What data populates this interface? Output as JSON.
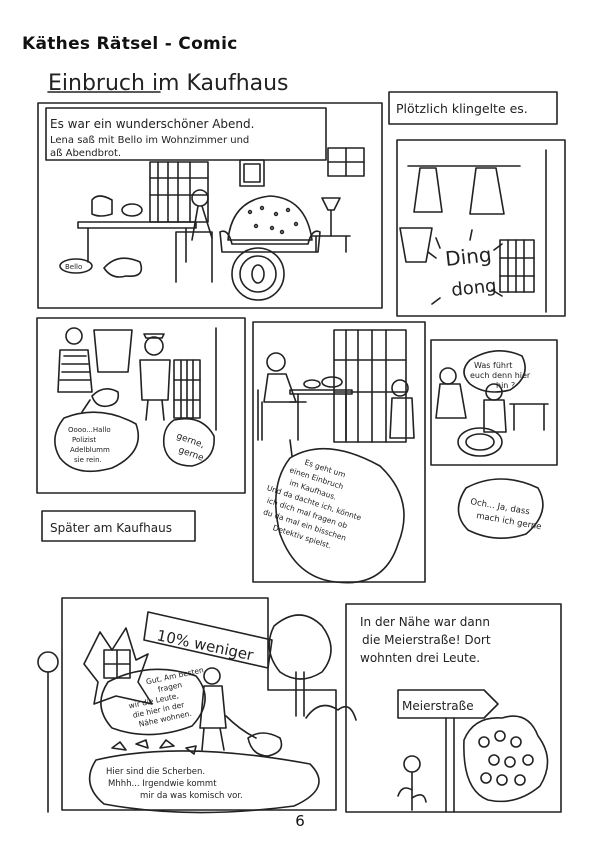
{
  "header": {
    "title": "Käthes Rätsel - Comic"
  },
  "panels": {
    "p1": {
      "title": "Einbruch im Kaufhaus",
      "caption_lines": [
        "Es war ein wunderschöner Abend.",
        "Lena saß mit Bello im Wohnzimmer und",
        "aß Abendbrot."
      ],
      "label_bowl": "Bello"
    },
    "p2": {
      "caption": "Plötzlich klingelte es.",
      "sound_1": "Ding",
      "sound_2": "dong"
    },
    "p3": {
      "bubble_left_lines": [
        "Oooo...Hallo",
        "Polizist",
        "Adelblumm",
        "sie rein."
      ],
      "bubble_right_lines": [
        "gerne,",
        "gerne"
      ]
    },
    "p4": {
      "bubble_lines": [
        "Es geht um",
        "einen Einbruch",
        "im Kaufhaus.",
        "Und da dachte ich, könnte",
        "ich dich mal fragen ob",
        "du da mal ein bisschen",
        "Detektiv spielst."
      ]
    },
    "p5": {
      "bubble_top_lines": [
        "Was führt",
        "euch denn hier",
        "hin ?"
      ],
      "bubble_bottom_lines": [
        "Och... Ja, dass",
        "mach ich gerne"
      ]
    },
    "p6": {
      "caption": "Später am Kaufhaus"
    },
    "p7": {
      "sign": "10% weniger",
      "bubble_right_lines": [
        "Gut, Am besten",
        "fragen",
        "wir die Leute,",
        "die hier in der",
        "Nähe wohnen."
      ],
      "bubble_bottom_lines": [
        "Hier sind die Scherben.",
        "Mhhh... Irgendwie kommt",
        "mir da was komisch vor."
      ]
    },
    "p8": {
      "caption_lines": [
        "In der Nähe war dann",
        "die Meierstraße! Dort",
        "wohnten drei Leute."
      ],
      "street_sign": "Meierstraße"
    }
  },
  "footer": {
    "page_number": "6"
  }
}
